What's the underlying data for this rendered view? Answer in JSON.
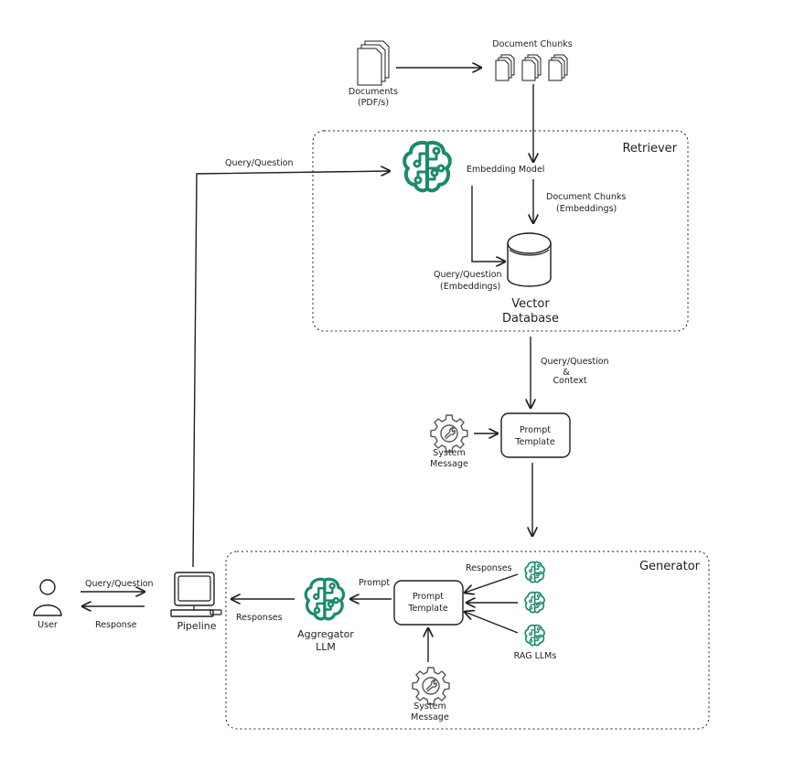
{
  "colors": {
    "accent": "#1a8a6e",
    "stroke": "#1e1e1e",
    "gear": "#555555"
  },
  "retriever": {
    "title": "Retriever",
    "documents_line1": "Documents",
    "documents_line2": "(PDF/s)",
    "document_chunks": "Document Chunks",
    "embedding_model": "Embedding Model",
    "chunks_embed_line1": "Document Chunks",
    "chunks_embed_line2": "(Embeddings)",
    "query_embed_line1": "Query/Question",
    "query_embed_line2": "(Embeddings)",
    "vector_line1": "Vector",
    "vector_line2": "Database"
  },
  "middle": {
    "query_line1": "Query/Question",
    "query_line2": "&",
    "query_line3": "Context",
    "system_line1": "System",
    "system_line2": "Message",
    "prompt_line1": "Prompt",
    "prompt_line2": "Template"
  },
  "generator": {
    "title": "Generator",
    "responses_top": "Responses",
    "prompt_label": "Prompt",
    "prompt_line1": "Prompt",
    "prompt_line2": "Template",
    "rag_llms": "RAG LLMs",
    "system_line1": "System",
    "system_line2": "Message",
    "aggregator_line1": "Aggregator",
    "aggregator_line2": "LLM",
    "responses_left": "Responses"
  },
  "user_side": {
    "query_top": "Query/Question",
    "user": "User",
    "query_pipe": "Query/Question",
    "response": "Response",
    "pipeline": "Pipeline"
  }
}
